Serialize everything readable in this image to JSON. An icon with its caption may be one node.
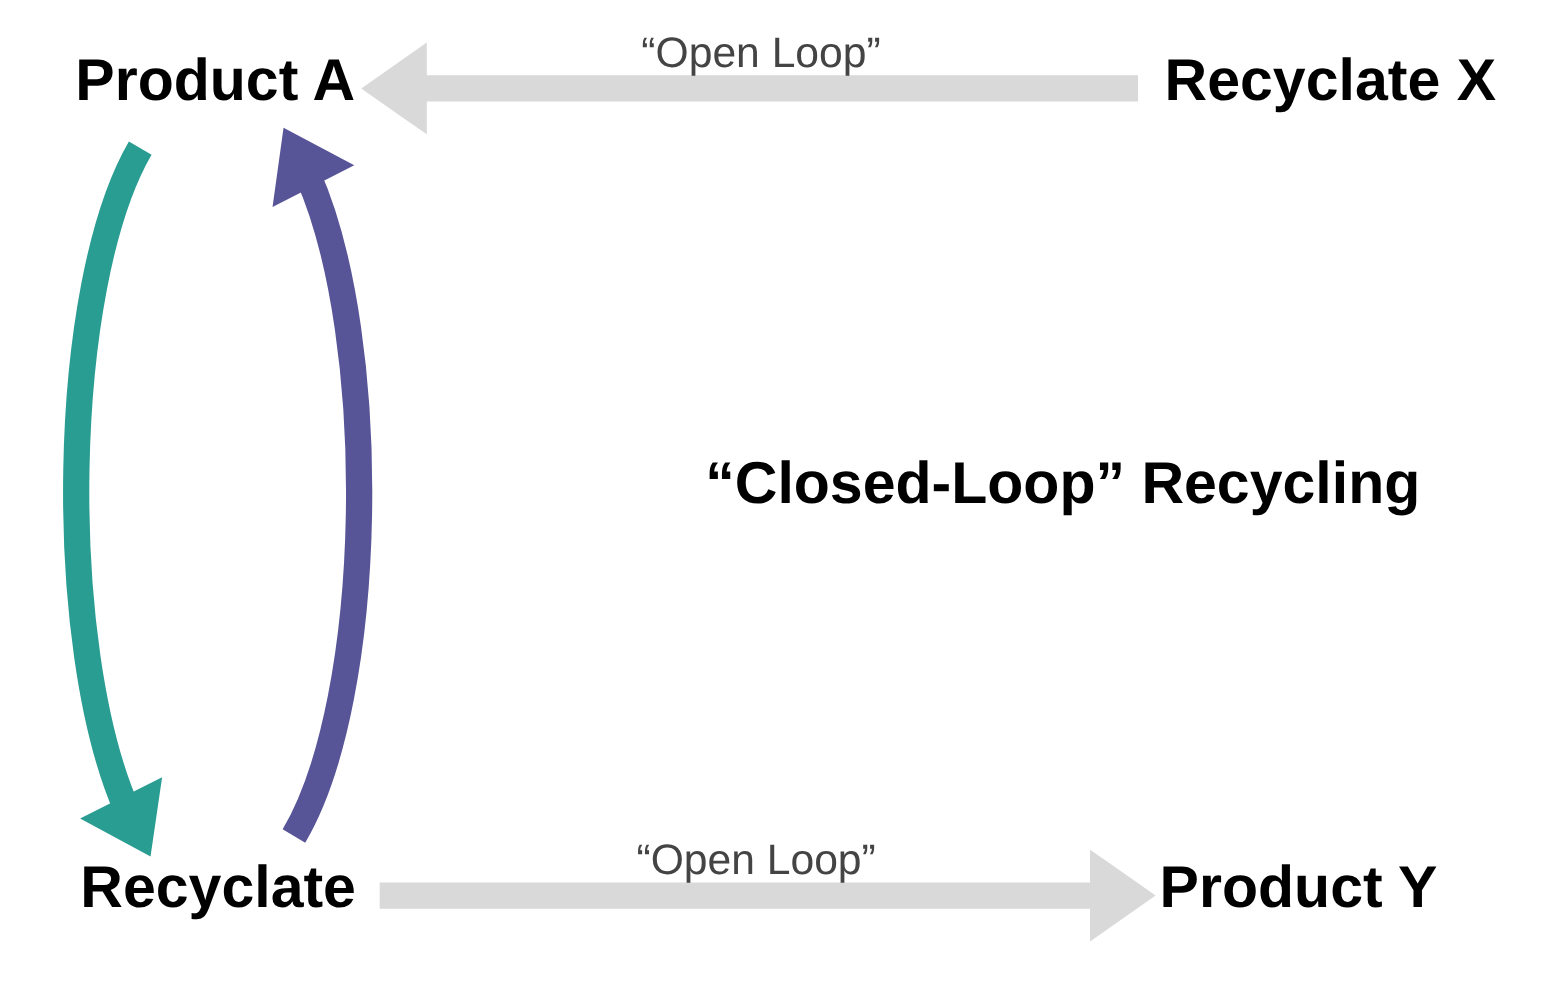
{
  "diagram": {
    "nodes": [
      {
        "text": [
          "Product A"
        ]
      },
      {
        "text": [
          "Recyclate X"
        ]
      },
      {
        "text": [
          "Recyclate"
        ]
      },
      {
        "text": [
          "Product Y"
        ]
      }
    ],
    "edges": [
      {
        "from": 2,
        "to": 0,
        "arrow": "to",
        "color": "#575497"
      },
      {
        "from": 0,
        "to": 2,
        "arrow": "to",
        "color": "#2a9d93"
      },
      {
        "from": 1,
        "to": 0,
        "arrow": "to",
        "label": "“Open Loop”",
        "color": "#d9d9d9"
      },
      {
        "from": 2,
        "to": 3,
        "arrow": "to",
        "label": "“Open Loop”",
        "color": "#d9d9d9"
      }
    ],
    "labels": [
      "“Closed-Loop” Recycling"
    ]
  }
}
